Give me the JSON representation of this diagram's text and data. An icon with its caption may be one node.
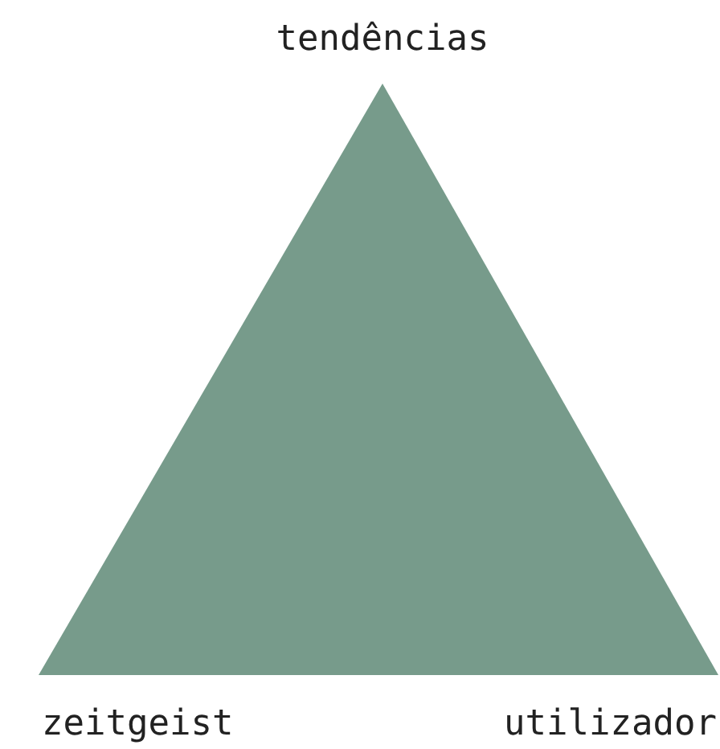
{
  "diagram": {
    "labels": [
      "tendências",
      "zeitgeist",
      "utilizador"
    ]
  }
}
